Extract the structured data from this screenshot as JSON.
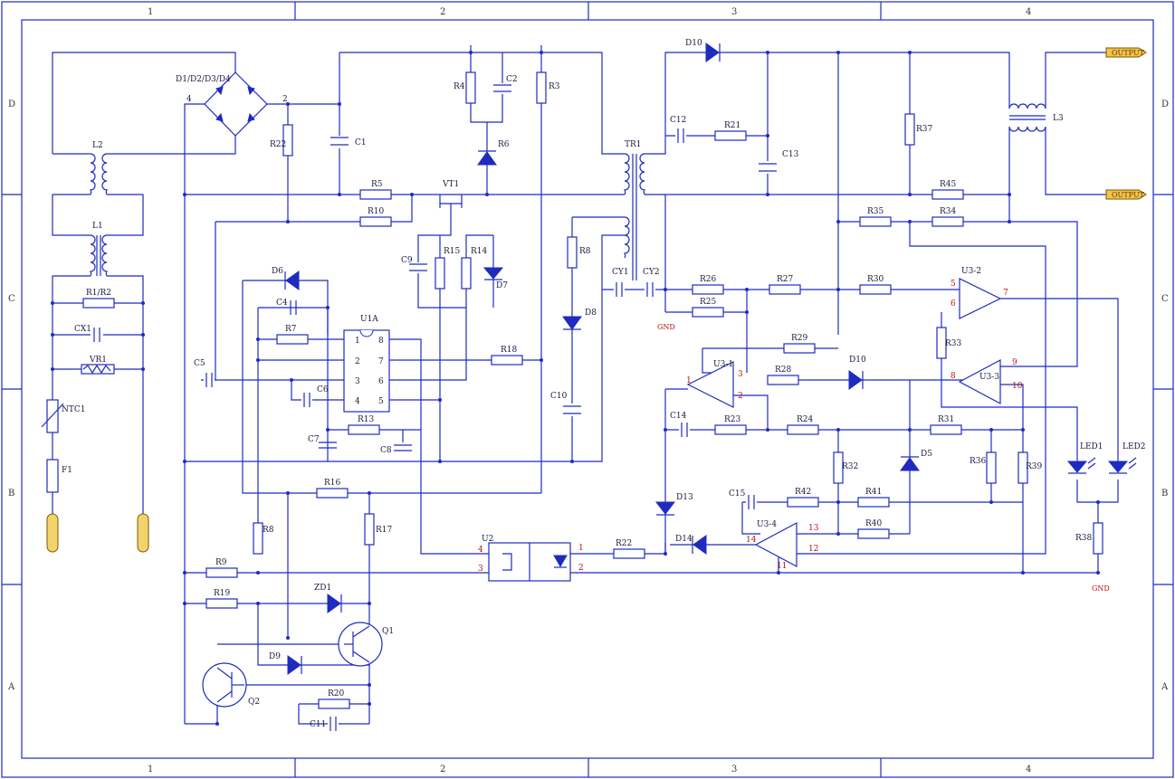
{
  "border": {
    "columns": [
      "1",
      "2",
      "3",
      "4"
    ],
    "rows": [
      "D",
      "C",
      "B",
      "A"
    ]
  },
  "labels": {
    "bridge": "D1/D2/D3/D4",
    "bridge_pin4": "4",
    "bridge_pin2": "2",
    "L2": "L2",
    "L1": "L1",
    "R1R2": "R1/R2",
    "CX1": "CX1",
    "VR1": "VR1",
    "NTC1": "NTC1",
    "F1": "F1",
    "C1": "C1",
    "R3": "R3",
    "R4": "R4",
    "C2": "C2",
    "R6": "R6",
    "R22": "R22",
    "R5": "R5",
    "R10": "R10",
    "VT1": "VT1",
    "D5": "D5",
    "R15": "R15",
    "R14": "R14",
    "D7": "D7",
    "C9": "C9",
    "D6": "D6",
    "C4": "C4",
    "R7": "R7",
    "U1A": "U1A",
    "C5": "C5",
    "C6": "C6",
    "C7": "C7",
    "R13": "R13",
    "C8": "C8",
    "R18": "R18",
    "R8": "R8",
    "C10": "C10",
    "D8": "D8",
    "TR1": "TR1",
    "CY1": "CY1",
    "CY2": "CY2",
    "GND": "GND",
    "D10_top": "D10",
    "C12": "C12",
    "R21": "R21",
    "C13": "C13",
    "R37": "R37",
    "L3": "L3",
    "OUTPUT_top": "OUTPUT",
    "OUTPUT_bottom": "OUTPUT",
    "R45": "R45",
    "R35": "R35",
    "R34": "R34",
    "R26": "R26",
    "R27": "R27",
    "R25": "R25",
    "R30": "R30",
    "U3_2": "U3-2",
    "R33": "R33",
    "R29": "R29",
    "U3_1": "U3-1",
    "R28": "R28",
    "D10_mid": "D10",
    "U3_3": "U3-3",
    "C14": "C14",
    "R23": "R23",
    "R24": "R24",
    "R31": "R31",
    "R32": "R32",
    "D15": "D5",
    "R36": "R36",
    "R39": "R39",
    "LED1": "LED1",
    "LED2": "LED2",
    "D13": "D13",
    "C15": "C15",
    "R42": "R42",
    "R41": "R41",
    "R40": "R40",
    "U3_4": "U3-4",
    "D14": "D14",
    "R38": "R38",
    "GND_right": "GND",
    "U2": "U2",
    "R22b": "R22",
    "R16": "R16",
    "R17": "R17",
    "R9": "R9",
    "R19": "R19",
    "ZD1": "ZD1",
    "Q1": "Q1",
    "D9": "D9",
    "Q2": "Q2",
    "R20": "R20",
    "C11": "C11"
  },
  "pins": {
    "u1_1": "1",
    "u1_2": "2",
    "u1_3": "3",
    "u1_4": "4",
    "u1_5": "5",
    "u1_6": "6",
    "u1_7": "7",
    "u1_8": "8",
    "u2_1": "1",
    "u2_2": "2",
    "u2_3": "3",
    "u2_4": "4",
    "u31_1": "1",
    "u31_2": "2",
    "u31_3": "3",
    "u32_5": "5",
    "u32_6": "6",
    "u32_7": "7",
    "u33_8": "8",
    "u33_9": "9",
    "u33_10": "10",
    "u34_11": "11",
    "u34_12": "12",
    "u34_13": "13",
    "u34_14": "14"
  }
}
